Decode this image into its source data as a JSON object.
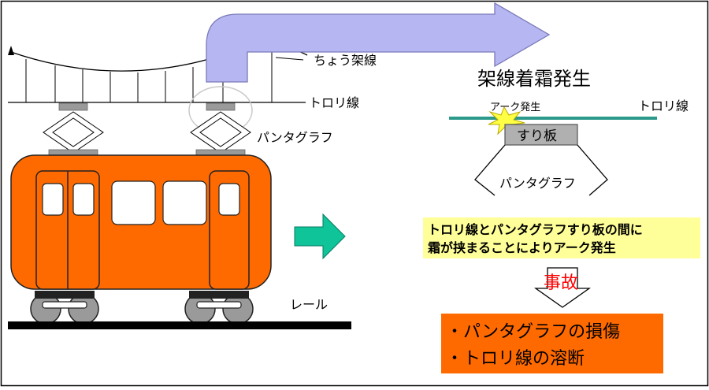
{
  "labels": {
    "catenary_wire": "ちょう架線",
    "trolley_wire_left": "トロリ線",
    "pantograph_left": "パンタグラフ",
    "rail": "レール",
    "frost_title": "架線着霜発生",
    "arc_label": "アーク発生",
    "trolley_wire_right": "トロリ線",
    "contact_strip": "すり板",
    "pantograph_right": "パンタグラフ"
  },
  "explanation": {
    "line1": "トロリ線とパンタグラフすり板の間に",
    "line2": "霜が挟まることによりアーク発生"
  },
  "accident": {
    "label": "事故",
    "item1": "・パンタグラフの損傷",
    "item2": "・トロリ線の溶断"
  },
  "colors": {
    "train_body": "#ff6a00",
    "callout_arrow": "#b6b6f2",
    "right_arrow": "#10c49a",
    "explanation_bg": "#ffff99",
    "accident_bg": "#ff6a00",
    "accident_text": "#ff0000",
    "trolley_wire_right": "#2b9a8a"
  }
}
